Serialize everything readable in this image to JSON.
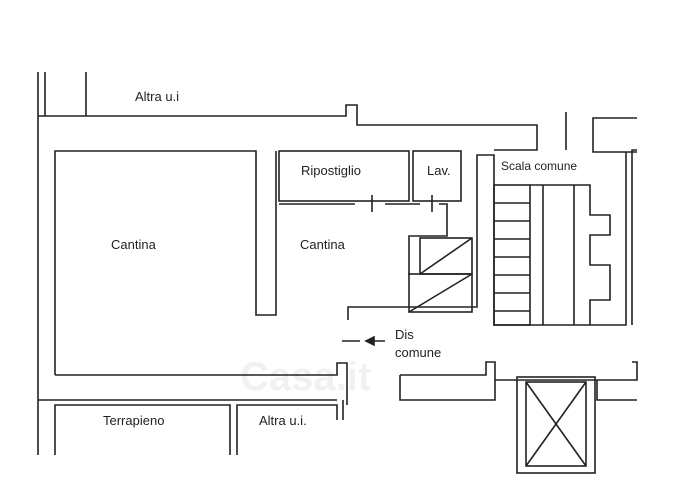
{
  "labels": {
    "altra_top": "Altra u.i",
    "cantina_left": "Cantina",
    "ripostiglio": "Ripostiglio",
    "lav": "Lav.",
    "scala_comune": "Scala comune",
    "cantina_mid": "Cantina",
    "dis": "Dis",
    "comune": "comune",
    "terrapieno": "Terrapieno",
    "altra_bottom": "Altra u.i."
  },
  "watermark": "Casa.it"
}
